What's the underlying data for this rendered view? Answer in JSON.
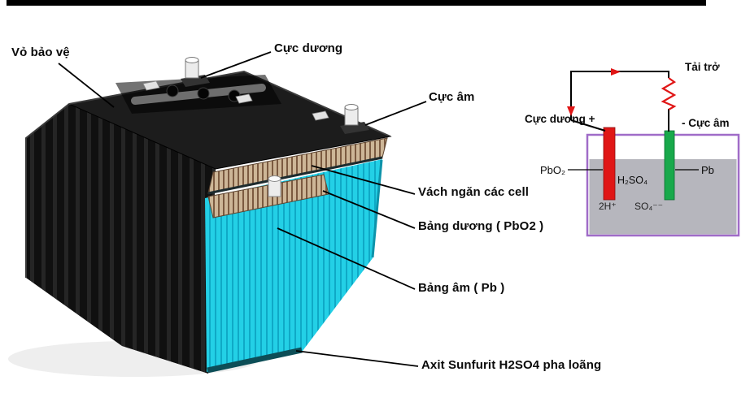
{
  "colors": {
    "interior_cyan": "#23d0e6",
    "cyan_stripe": "#0fa9c6",
    "plate_tan": "#cdb697",
    "plate_stripe": "#7b5a40",
    "electrode_red": "#e01616",
    "electrode_green": "#18a94b",
    "container_purple": "#a06cc8",
    "liquid_gray": "#b6b6bd",
    "resistor_red": "#e01616"
  },
  "battery": {
    "case_label": "Vỏ bảo vệ",
    "positive_terminal_label": "Cực dương",
    "negative_terminal_label": "Cực âm",
    "cell_separator_label": "Vách ngăn các cell",
    "positive_plate_label": "Bảng dương ( PbO2 )",
    "negative_plate_label": "Bảng âm ( Pb )",
    "electrolyte_label": "Axit Sunfurit H2SO4 pha loãng"
  },
  "circuit": {
    "load_label": "Tải trở",
    "positive_electrode_label": "Cực dương +",
    "negative_electrode_label": "- Cực âm",
    "positive_material": "PbO₂",
    "negative_material": "Pb",
    "electrolyte_formula": "H₂SO₄",
    "hydrogen_ion": "2H⁺",
    "sulfate_ion": "SO₄⁻⁻"
  }
}
